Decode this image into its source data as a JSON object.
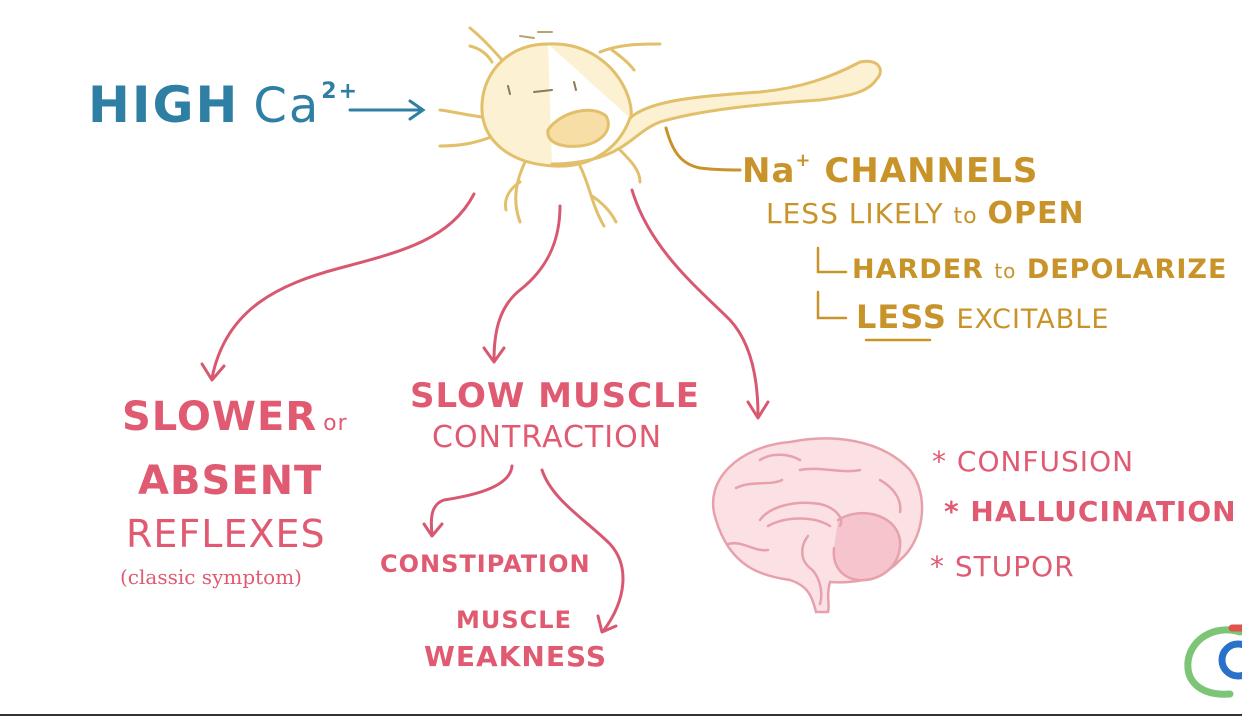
{
  "trigger": {
    "prefix": "HIGH",
    "element": "Ca",
    "charge": "2+"
  },
  "neuron_effect": {
    "na": "Na",
    "na_charge": "+",
    "channels": "CHANNELS",
    "less_likely": "LESS LIKELY",
    "to": "to",
    "open": "OPEN",
    "harder_1": "HARDER",
    "harder_to": "to",
    "harder_2": "DEPOLARIZE",
    "less": "LESS",
    "excitable": "EXCITABLE"
  },
  "reflexes": {
    "line1": "SLOWER",
    "or": "or",
    "line2": "ABSENT",
    "line3": "REFLEXES",
    "note": "(classic symptom)"
  },
  "muscle": {
    "line1": "SLOW MUSCLE",
    "line2": "CONTRACTION",
    "effect1": "CONSTIPATION",
    "effect2_line1": "MUSCLE",
    "effect2_line2": "WEAKNESS"
  },
  "brain_symptoms": [
    "* CONFUSION",
    "* HALLUCINATION",
    "* STUPOR"
  ],
  "colors": {
    "trigger_blue": "#2e7fa3",
    "neuron_fill": "#fdf1d3",
    "neuron_stroke": "#e2bf6a",
    "gold_text": "#c89328",
    "pink_text": "#e05a72",
    "arrow_pink": "#d85872",
    "brain_fill": "#fbe1e4",
    "brain_stroke": "#e7a1ab"
  },
  "logo_icon": "osmosis-logo-icon"
}
